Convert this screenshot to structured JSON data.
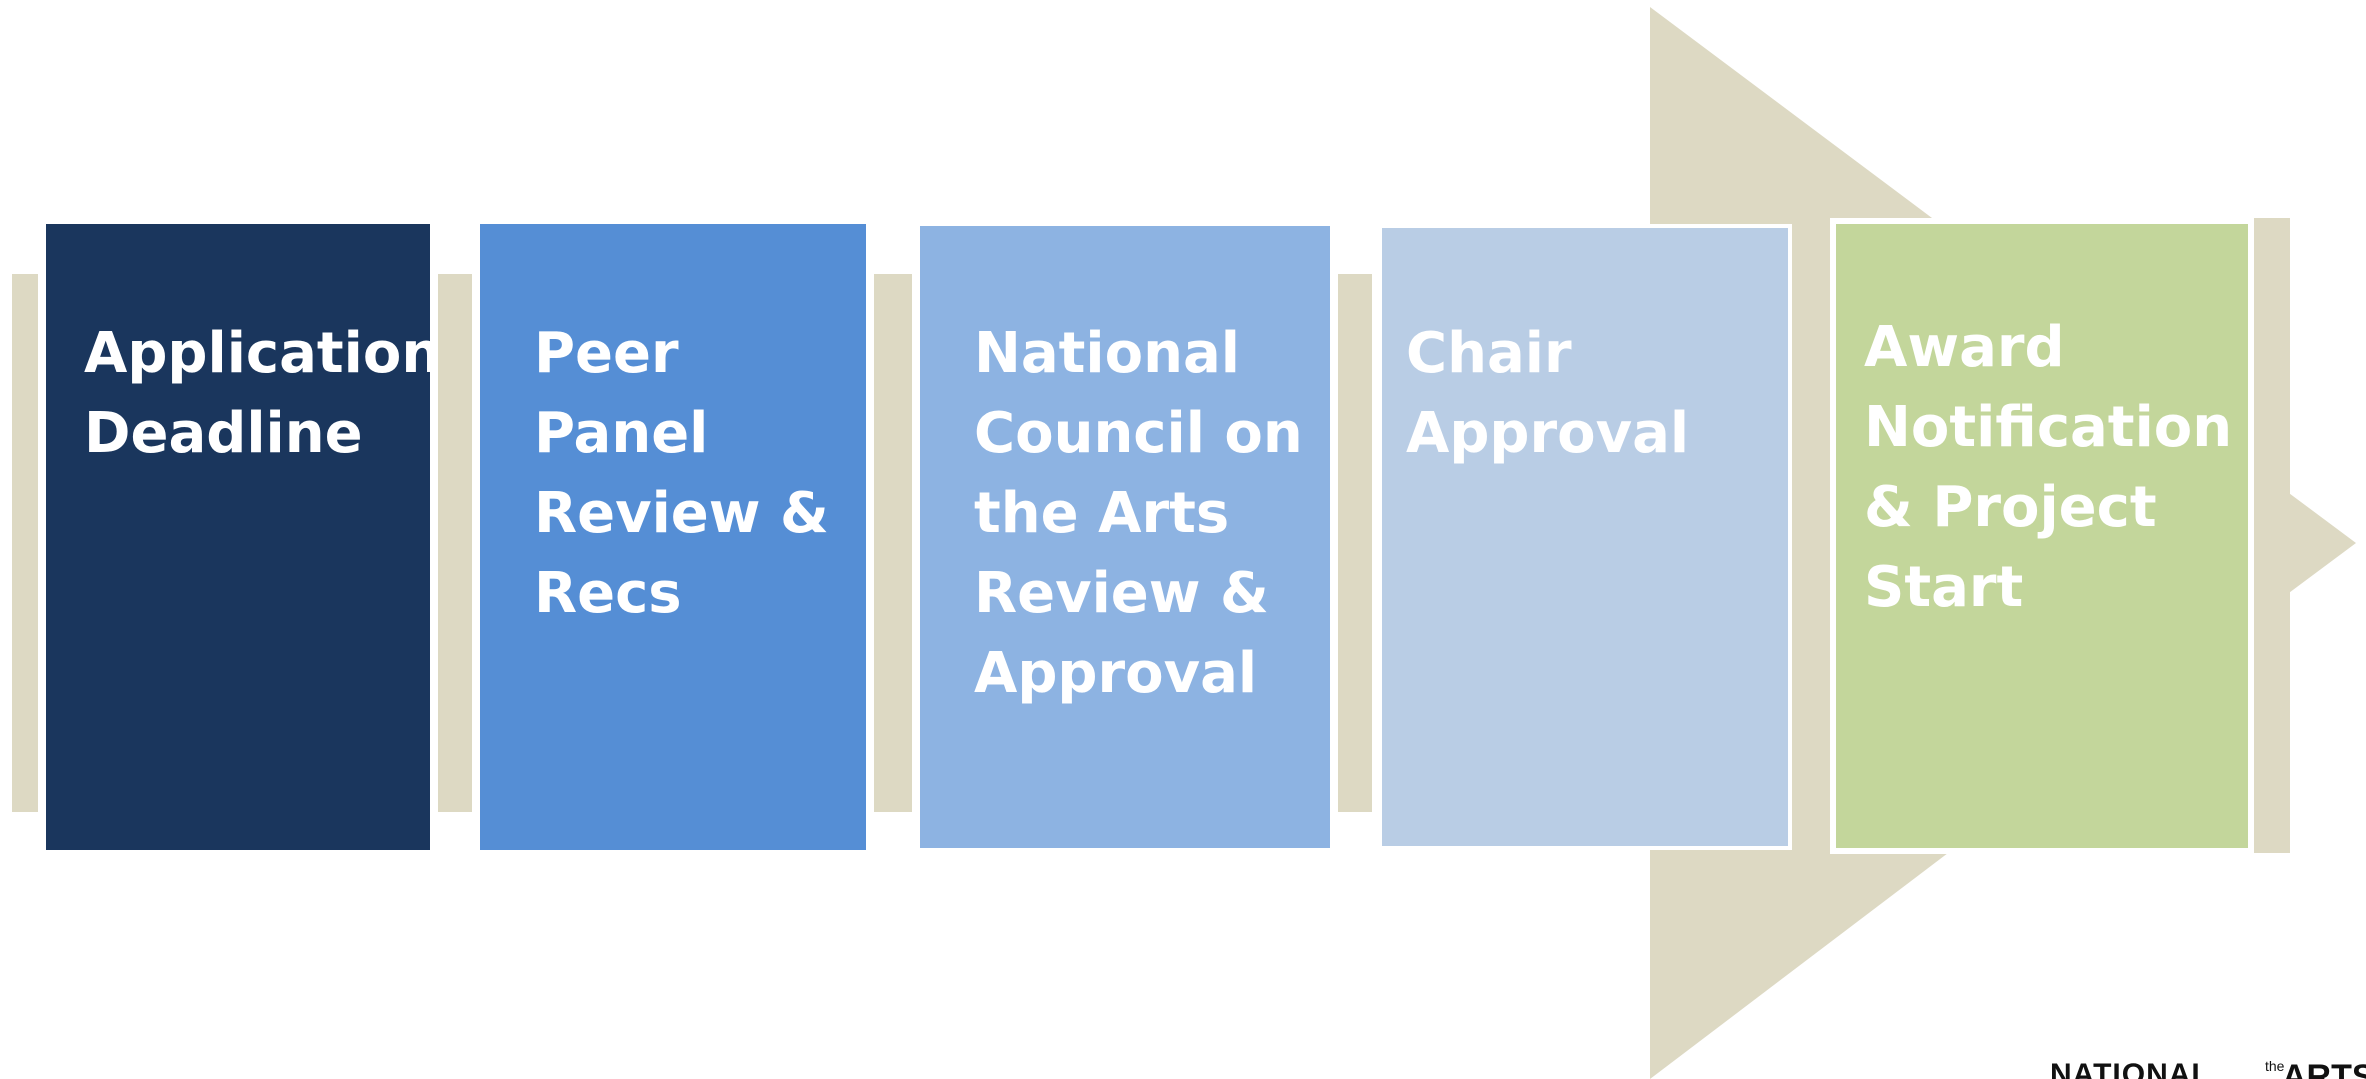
{
  "colors": {
    "arrow": "#ddd9c3",
    "step_1": "#1a365d",
    "step_2": "#558ed5",
    "step_3": "#8db3e2",
    "step_4": "#b9cde5",
    "step_5": "#c3d69b"
  },
  "steps": [
    {
      "label": "Application\nDeadline"
    },
    {
      "label": "Peer Panel\nReview &\nRecs"
    },
    {
      "label": "National\nCouncil on\nthe Arts\nReview &\nApproval"
    },
    {
      "label": "Chair\nApproval"
    },
    {
      "label": "Award\nNotification\n& Project\nStart"
    }
  ],
  "logo": {
    "line_1": "NATIONAL",
    "line_2": "the",
    "line_3": "ARTS"
  }
}
